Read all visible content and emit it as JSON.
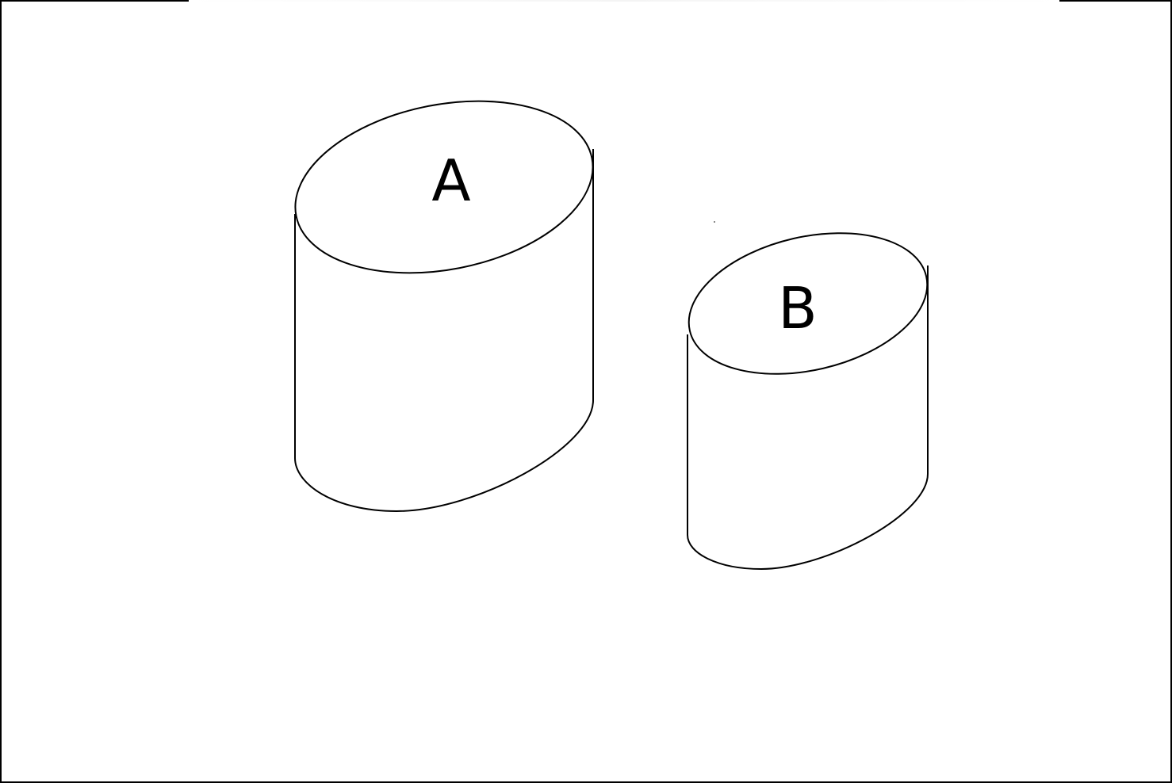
{
  "diagram": {
    "cylinders": [
      {
        "id": "a",
        "label": "A"
      },
      {
        "id": "b",
        "label": "B"
      }
    ],
    "colors": {
      "stroke": "#000000",
      "background": "#ffffff"
    }
  }
}
